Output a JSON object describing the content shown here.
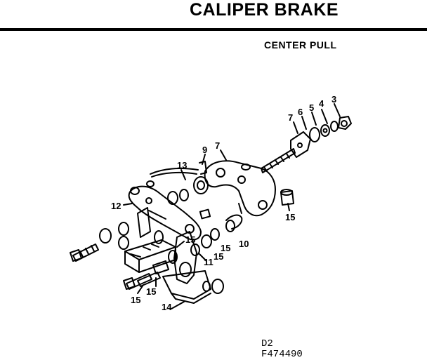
{
  "document": {
    "title": "CALIPER BRAKE",
    "subtitle": "CENTER PULL",
    "figure_code": "D2",
    "part_number": "F474490"
  },
  "callouts": {
    "c3": "3",
    "c4": "4",
    "c5": "5",
    "c6": "6",
    "c7a": "7",
    "c7b": "7",
    "c9": "9",
    "c13": "13",
    "c12": "12",
    "c15a": "15",
    "c15b": "15",
    "c15c": "15",
    "c15d": "15",
    "c15e": "15",
    "c10": "10",
    "c11": "11",
    "c14": "14"
  },
  "colors": {
    "ink": "#000000",
    "paper": "#ffffff"
  }
}
